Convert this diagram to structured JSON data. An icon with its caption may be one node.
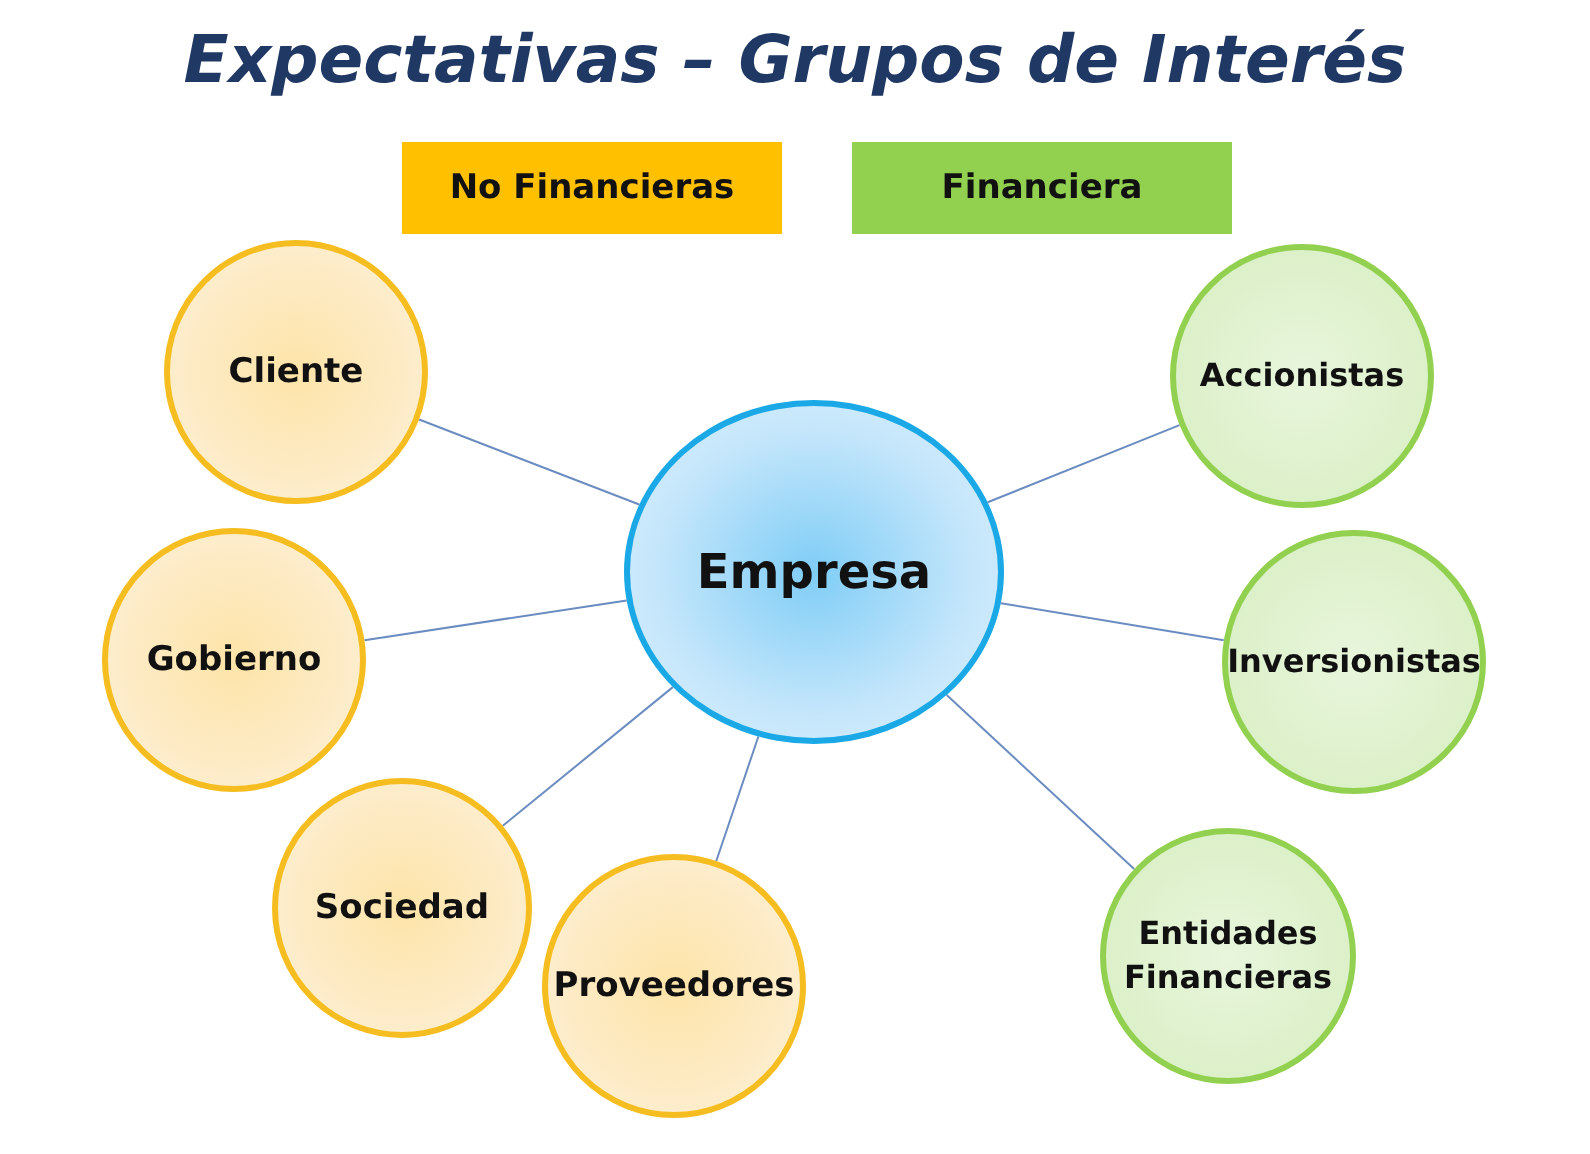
{
  "diagram": {
    "title": "Expectativas – Grupos de Interés",
    "nodes": [
      {
        "text": [
          "Empresa"
        ]
      },
      {
        "text": [
          "Cliente"
        ]
      },
      {
        "text": [
          "Gobierno"
        ]
      },
      {
        "text": [
          "Sociedad"
        ]
      },
      {
        "text": [
          "Proveedores"
        ]
      },
      {
        "text": [
          "Accionistas"
        ]
      },
      {
        "text": [
          "Inversionistas"
        ]
      },
      {
        "text": [
          "Entidades Financieras"
        ]
      }
    ],
    "edges": [
      {
        "from": 0,
        "to": 1,
        "arrow": "none"
      },
      {
        "from": 0,
        "to": 2,
        "arrow": "none"
      },
      {
        "from": 0,
        "to": 3,
        "arrow": "none"
      },
      {
        "from": 0,
        "to": 4,
        "arrow": "none"
      },
      {
        "from": 0,
        "to": 5,
        "arrow": "none"
      },
      {
        "from": 0,
        "to": 6,
        "arrow": "none"
      },
      {
        "from": 0,
        "to": 7,
        "arrow": "none"
      }
    ],
    "legend": [
      {
        "text": "No Financieras",
        "color": "#ffc000"
      },
      {
        "text": "Financiera",
        "color": "#92d050"
      }
    ]
  }
}
